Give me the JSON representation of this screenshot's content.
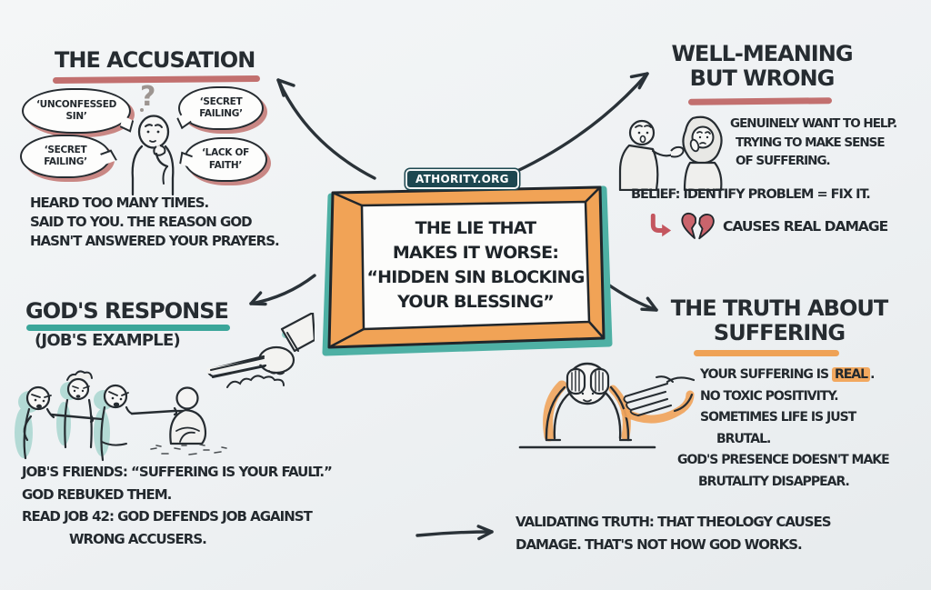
{
  "brand": {
    "badge": "ATHORITY.ORG"
  },
  "board": {
    "line1": "THE LIE THAT",
    "line2": "MAKES IT WORSE:",
    "line3": "“HIDDEN SIN BLOCKING",
    "line4": "YOUR BLESSING”"
  },
  "accusation": {
    "title": "THE ACCUSATION",
    "bubble1": "‘UNCONFESSED SIN’",
    "bubble2": "‘SECRET FAILING’",
    "bubble3": "‘SECRET FAILING’",
    "bubble4": "‘LACK OF FAITH’",
    "question_mark": "?",
    "line1": "HEARD TOO MANY TIMES.",
    "line2": "SAID TO YOU. THE REASON GOD",
    "line3": "HASN'T ANSWERED YOUR PRAYERS."
  },
  "well_meaning": {
    "title1": "WELL-MEANING",
    "title2": "BUT WRONG",
    "line1": "GENUINELY WANT TO HELP.",
    "line2": "TRYING TO MAKE SENSE",
    "line3": "OF SUFFERING.",
    "belief": "BELIEF: IDENTIFY PROBLEM = FIX IT.",
    "damage": "CAUSES REAL DAMAGE"
  },
  "gods_response": {
    "title": "GOD'S RESPONSE",
    "subtitle": "(JOB'S EXAMPLE)",
    "line1": "JOB'S FRIENDS: “SUFFERING IS YOUR FAULT.”",
    "line2": "GOD REBUKED THEM.",
    "line3": "READ JOB 42: GOD DEFENDS JOB AGAINST",
    "line4": "WRONG ACCUSERS."
  },
  "truth": {
    "title1": "THE TRUTH ABOUT",
    "title2": "SUFFERING",
    "line1_pre": "YOUR SUFFERING IS ",
    "line1_hl": "REAL",
    "line1_post": ".",
    "line2": "NO TOXIC POSITIVITY.",
    "line3": "SOMETIMES LIFE IS JUST",
    "line4": "BRUTAL.",
    "line5": "GOD'S PRESENCE DOESN'T MAKE",
    "line6": "BRUTALITY DISAPPEAR."
  },
  "validating": {
    "line1": "VALIDATING TRUTH: THAT THEOLOGY CAUSES",
    "line2": "DAMAGE. THAT'S NOT HOW GOD WORKS."
  },
  "colors": {
    "ink": "#262c31",
    "rose": "#c2706f",
    "teal": "#3ba69a",
    "board_teal": "#4eb0a4",
    "orange": "#efa256",
    "highlight": "#f2a85f",
    "red_icon": "#c4565f",
    "badge_bg": "#1d4750",
    "background": "#eef1f3"
  }
}
